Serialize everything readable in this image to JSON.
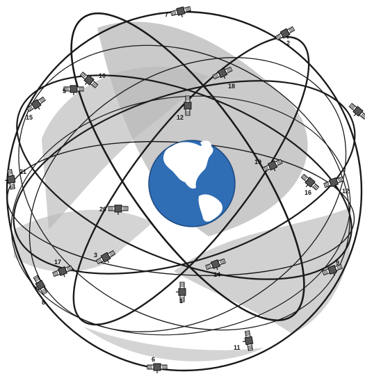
{
  "diagram": {
    "icons": {
      "earth": "earth-globe-icon",
      "satellite": "satellite-icon"
    },
    "colors": {
      "ocean": "#2f6db5",
      "land": "#ffffff",
      "orbit_line": "#1a1a1a",
      "plane_fill": "#b8b8b8",
      "background": "#ffffff"
    },
    "satellites": [
      {
        "id": "7",
        "label": "7"
      },
      {
        "id": "2",
        "label": "2"
      },
      {
        "id": "10",
        "label": "10"
      },
      {
        "id": "5",
        "label": "5"
      },
      {
        "id": "18",
        "label": "18"
      },
      {
        "id": "15",
        "label": "15"
      },
      {
        "id": "12a",
        "label": "12"
      },
      {
        "id": "right-top",
        "label": ""
      },
      {
        "id": "21",
        "label": "21"
      },
      {
        "id": "19",
        "label": "19"
      },
      {
        "id": "16",
        "label": "16"
      },
      {
        "id": "12b",
        "label": "12"
      },
      {
        "id": "20",
        "label": "20"
      },
      {
        "id": "3",
        "label": "3"
      },
      {
        "id": "17",
        "label": "17"
      },
      {
        "id": "14",
        "label": "14"
      },
      {
        "id": "9",
        "label": "9"
      },
      {
        "id": "8",
        "label": "8"
      },
      {
        "id": "1",
        "label": "1"
      },
      {
        "id": "11",
        "label": "11"
      },
      {
        "id": "6",
        "label": "6"
      }
    ]
  }
}
